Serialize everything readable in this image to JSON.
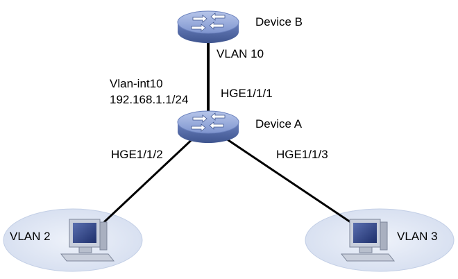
{
  "devices": {
    "device_b": {
      "name": "Device B"
    },
    "device_a": {
      "name": "Device A"
    }
  },
  "vlans": {
    "vlan10": "VLAN 10",
    "vlan2": "VLAN 2",
    "vlan3": "VLAN 3"
  },
  "ports": {
    "a_uplink": "HGE1/1/1",
    "a_left": "HGE1/1/2",
    "a_right": "HGE1/1/3"
  },
  "interface": {
    "name": "Vlan-int10",
    "address": "192.168.1.1/24"
  },
  "colors": {
    "switch_top": "#8ea3d8",
    "switch_side": "#5d74b3",
    "vlan_area": "#dde5f3",
    "link": "#000000"
  }
}
